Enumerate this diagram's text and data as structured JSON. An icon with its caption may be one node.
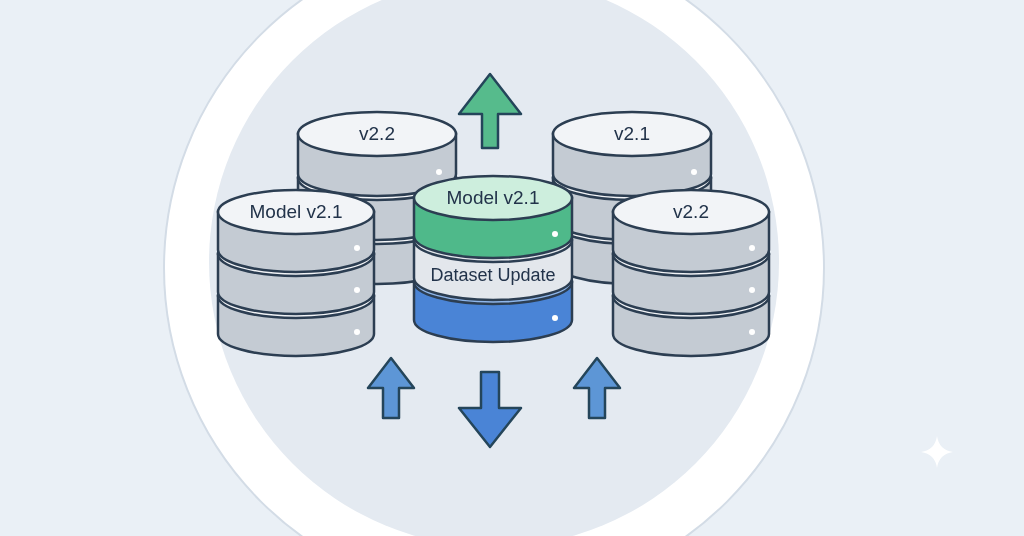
{
  "diagram": {
    "nodes": [
      {
        "text": [
          "v2.2"
        ]
      },
      {
        "text": [
          "v2.1"
        ]
      },
      {
        "text": [
          "Model v2.1"
        ]
      },
      {
        "text": [
          "Model v2.1",
          "Dataset Update"
        ]
      },
      {
        "text": [
          "v2.2"
        ]
      }
    ]
  }
}
